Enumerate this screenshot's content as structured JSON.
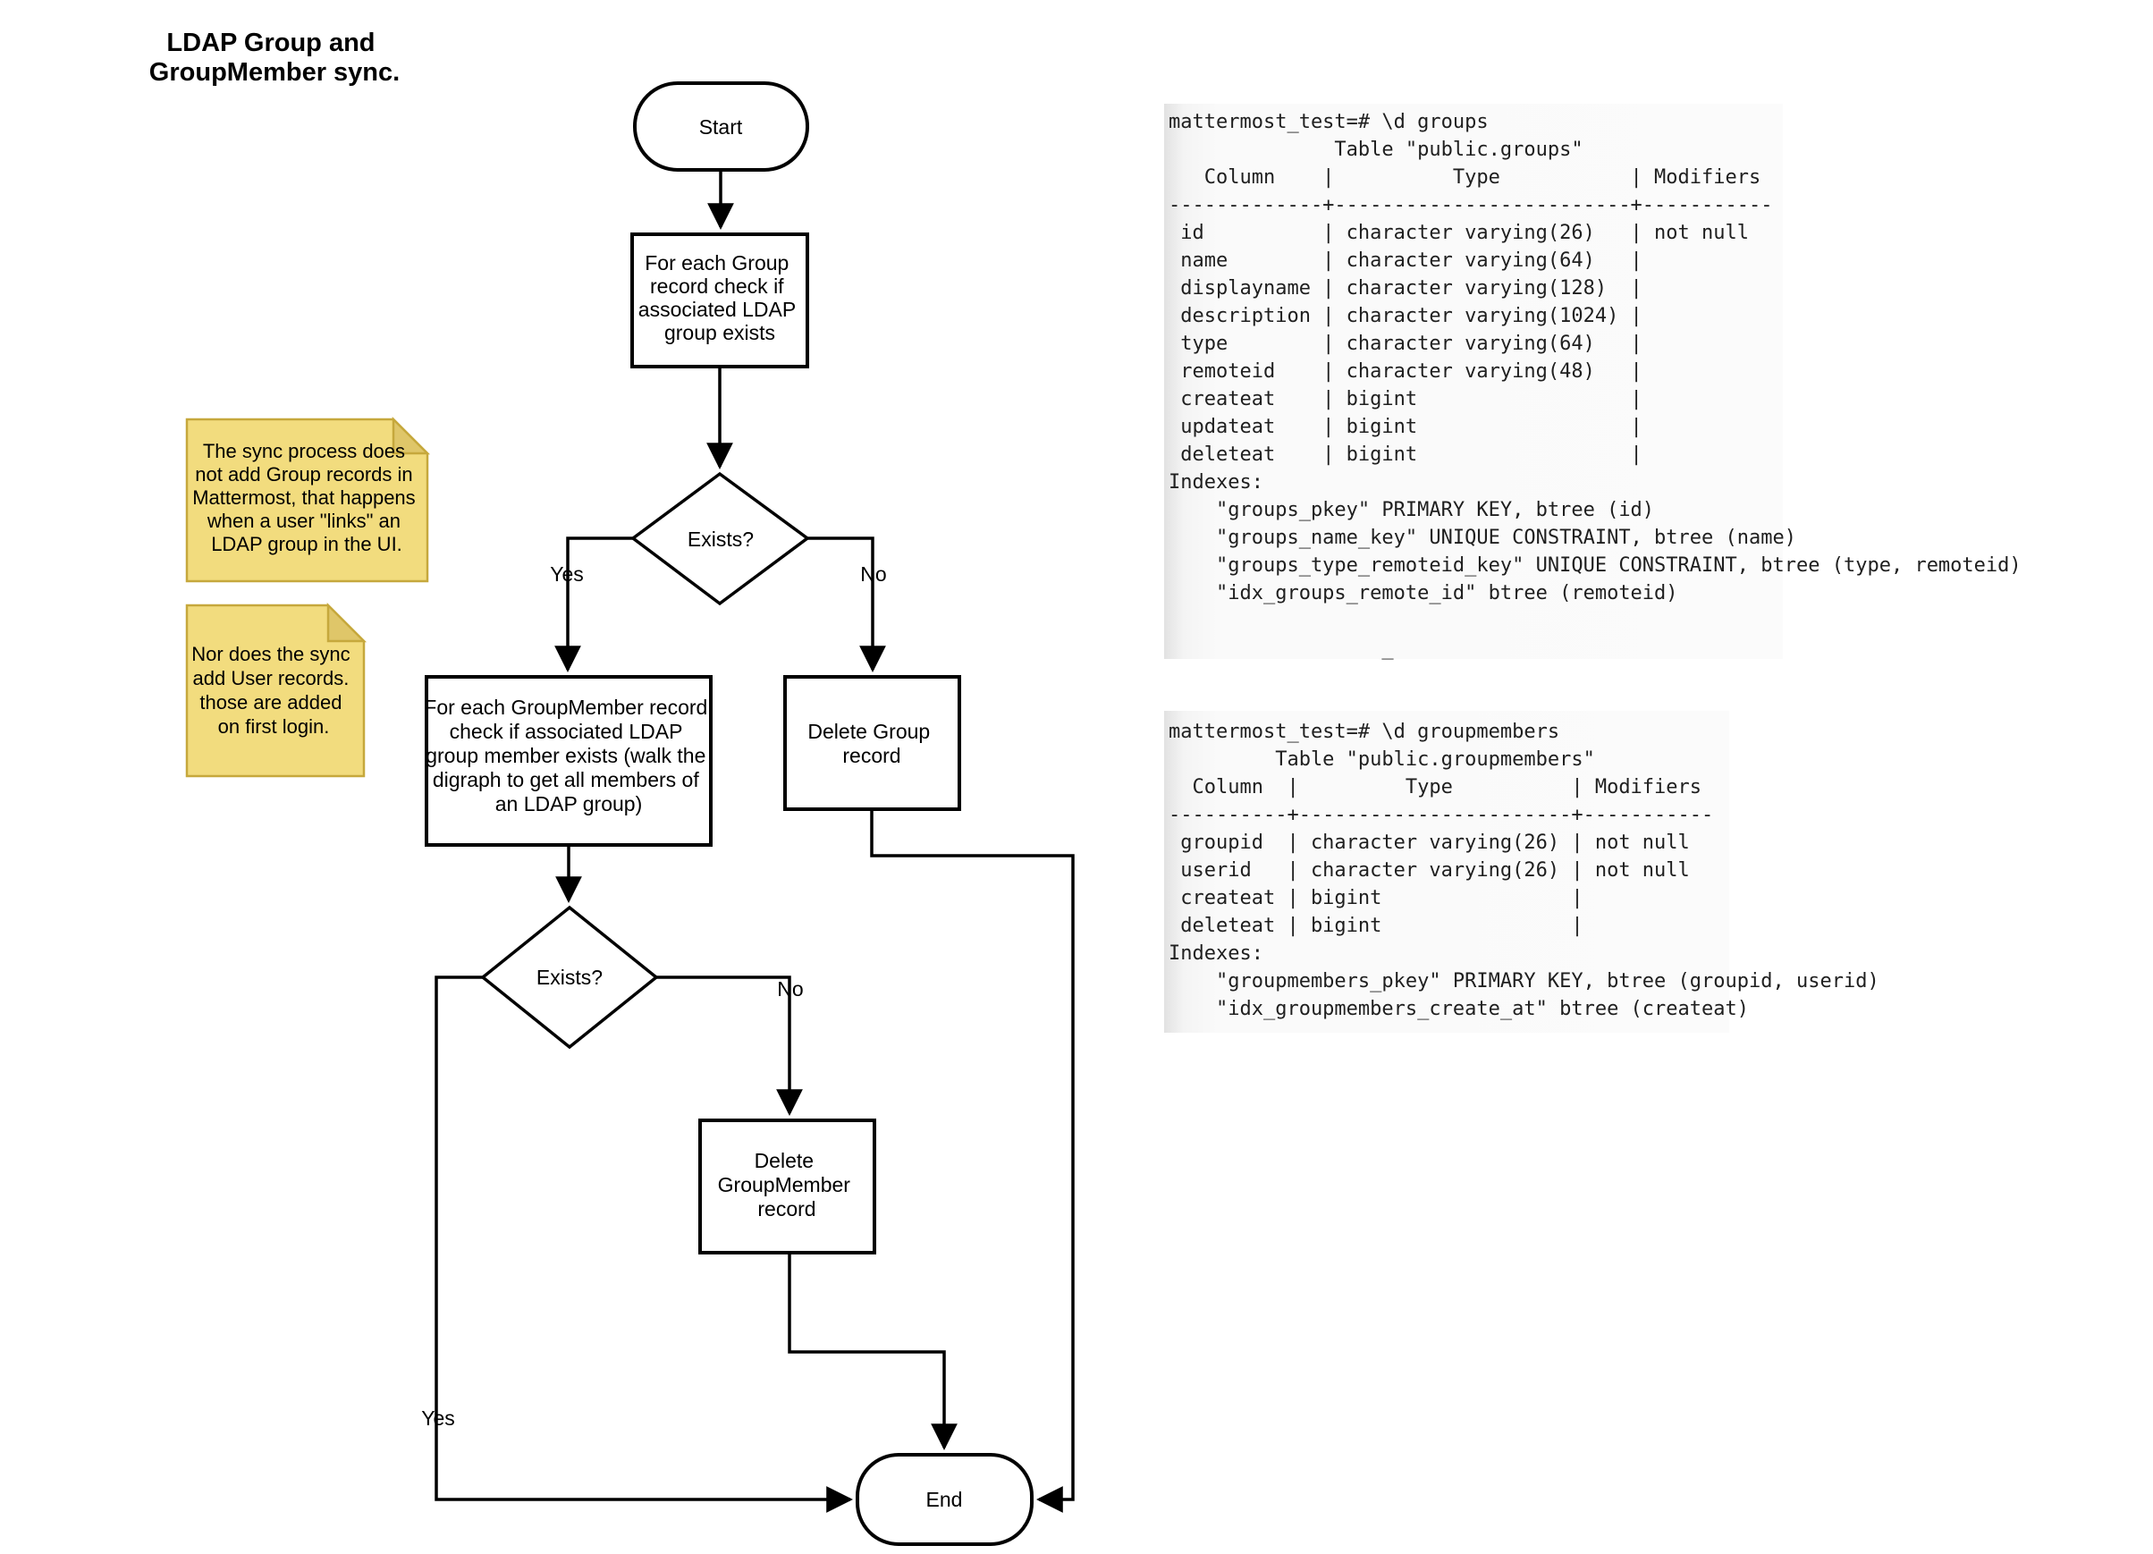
{
  "title": {
    "line1": "LDAP Group and",
    "line2": "GroupMember sync."
  },
  "flowchart": {
    "start_label": "Start",
    "process_group_check": {
      "lines": [
        "For each Group",
        "record check if",
        "associated LDAP",
        "group exists"
      ]
    },
    "decision_group_exists": "Exists?",
    "label_yes_1": "Yes",
    "label_no_1": "No",
    "process_member_check": {
      "lines": [
        "For each GroupMember record",
        "check if associated LDAP",
        "group member exists (walk the",
        "digraph to get all members of",
        "an LDAP group)"
      ]
    },
    "process_delete_group": {
      "lines": [
        "Delete Group",
        "record"
      ]
    },
    "decision_member_exists": "Exists?",
    "label_yes_2": "Yes",
    "label_no_2": "No",
    "process_delete_member": {
      "lines": [
        "Delete",
        "GroupMember",
        "record"
      ]
    },
    "end_label": "End"
  },
  "notes": {
    "note1": {
      "lines": [
        "The sync process does",
        "not add Group records in",
        "Mattermost, that happens",
        "when a user \"links\" an",
        "LDAP group in the UI."
      ]
    },
    "note2": {
      "lines": [
        "Nor does the sync",
        "add User records.",
        "those are added",
        "on first login."
      ]
    }
  },
  "terminals": {
    "groups": {
      "text": "mattermost_test=# \\d groups\n              Table \"public.groups\"\n   Column    |          Type           | Modifiers\n-------------+-------------------------+-----------\n id          | character varying(26)   | not null\n name        | character varying(64)   | \n displayname | character varying(128)  | \n description | character varying(1024) | \n type        | character varying(64)   | \n remoteid    | character varying(48)   | \n createat    | bigint                  | \n updateat    | bigint                  | \n deleteat    | bigint                  | \nIndexes:\n    \"groups_pkey\" PRIMARY KEY, btree (id)\n    \"groups_name_key\" UNIQUE CONSTRAINT, btree (name)\n    \"groups_type_remoteid_key\" UNIQUE CONSTRAINT, btree (type, remoteid)\n    \"idx_groups_remote_id\" btree (remoteid)\n\n                  _"
    },
    "groupmembers": {
      "text": "mattermost_test=# \\d groupmembers\n         Table \"public.groupmembers\"\n  Column  |         Type          | Modifiers\n----------+-----------------------+-----------\n groupid  | character varying(26) | not null\n userid   | character varying(26) | not null\n createat | bigint                | \n deleteat | bigint                | \nIndexes:\n    \"groupmembers_pkey\" PRIMARY KEY, btree (groupid, userid)\n    \"idx_groupmembers_create_at\" btree (createat)"
    }
  },
  "colors": {
    "note_fill": "#f2dc7e",
    "note_fold": "#dfc669",
    "note_border": "#c6a83c",
    "line": "#000000",
    "terminal_text": "#1f1f1f"
  }
}
